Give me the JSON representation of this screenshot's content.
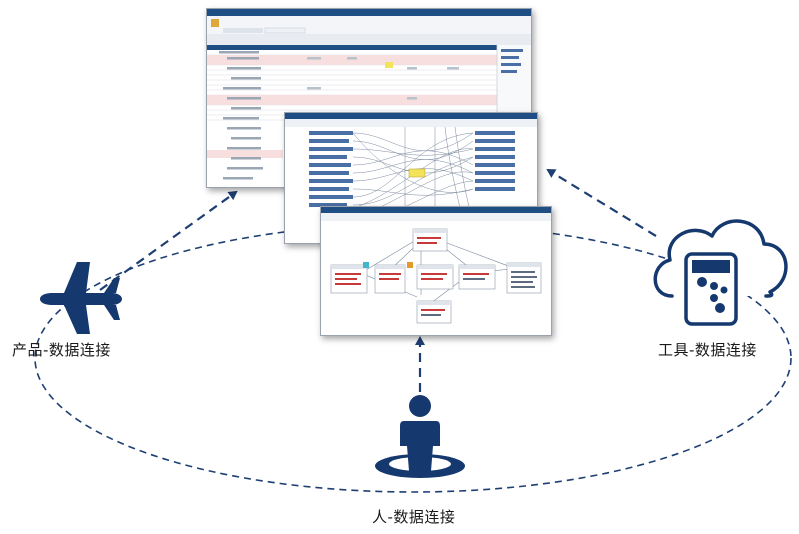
{
  "labels": {
    "product": "产品-数据连接",
    "tool": "工具-数据连接",
    "person": "人-数据连接"
  },
  "icons": {
    "product": "airplane-icon",
    "tool": "cloud-calculator-icon",
    "person": "person-icon"
  },
  "colors": {
    "primary": "#15396e",
    "dashed": "#1e3f73",
    "window_title": "#1f4e85",
    "highlight_row": "#f6d7d7"
  }
}
